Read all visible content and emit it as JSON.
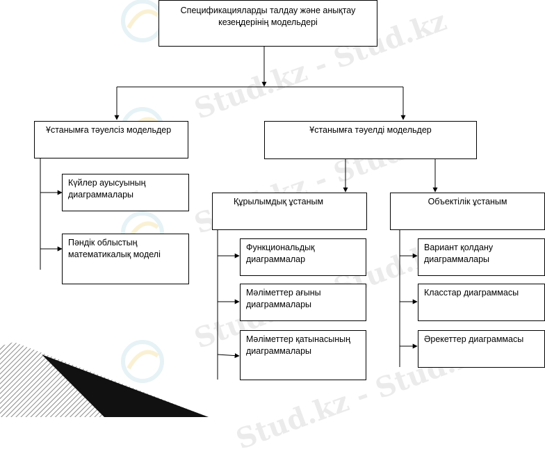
{
  "diagram": {
    "root": "Спецификацияларды талдау және анықтау кезеңдерінің модельдері",
    "independent": {
      "title": "Ұстанымға тәуелсіз модельдер",
      "children": [
        "Күйлер  ауысуының диаграммалары",
        "Пәндік облыстың математикалық моделі"
      ]
    },
    "dependent": {
      "title": "Ұстанымға тәуелді  модельдер",
      "structural": {
        "title": "Құрылымдық ұстаным",
        "children": [
          "Функциональдық диаграммалар",
          "Мәліметтер ағыны диаграммалары",
          "Мәліметтер қатынасының диаграммалары"
        ]
      },
      "object": {
        "title": "Объектілік ұстаным",
        "children": [
          "Вариант қолдану диаграммалары",
          "Класстар диаграммасы",
          "Әрекеттер диаграммасы"
        ]
      }
    }
  },
  "watermark": "Stud.kz - Stud.kz",
  "colors": {
    "line": "#000000",
    "box_border": "#000000",
    "watermark": "#c7c7c7",
    "corner_dark": "#111111",
    "corner_stripe": "#8a8a8a"
  }
}
